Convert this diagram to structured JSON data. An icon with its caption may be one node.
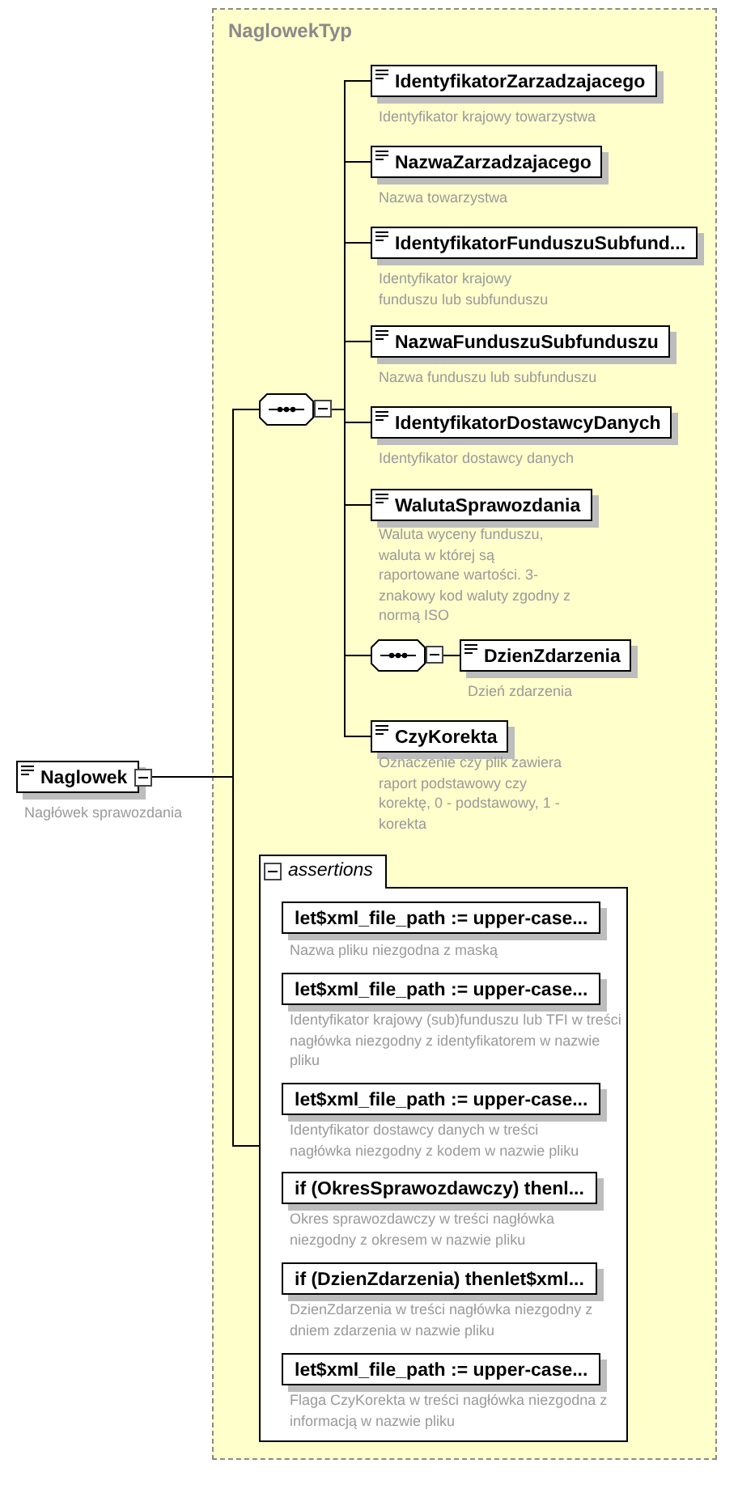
{
  "diagram": {
    "nodes": [
      {
        "text": [
          "Naglowek"
        ],
        "beside": [
          "Nagłówek sprawozdania"
        ]
      },
      {
        "text": [
          "NaglowekTyp"
        ]
      },
      {
        "text": [],
        "shape": "octagon",
        "in": 1
      },
      {
        "text": [
          "IdentyfikatorZarzadzajacego"
        ],
        "beside": [
          "Identyfikator krajowy towarzystwa"
        ],
        "in": 1
      },
      {
        "text": [
          "NazwaZarzadzajacego"
        ],
        "beside": [
          "Nazwa towarzystwa"
        ],
        "in": 1
      },
      {
        "text": [
          "IdentyfikatorFunduszuSubfund..."
        ],
        "beside": [
          "Identyfikator krajowy funduszu lub subfunduszu"
        ],
        "in": 1
      },
      {
        "text": [
          "NazwaFunduszuSubfunduszu"
        ],
        "beside": [
          "Nazwa funduszu lub subfunduszu"
        ],
        "in": 1
      },
      {
        "text": [
          "IdentyfikatorDostawcyDanych"
        ],
        "beside": [
          "Identyfikator dostawcy danych"
        ],
        "in": 1
      },
      {
        "text": [
          "WalutaSprawozdania"
        ],
        "beside": [
          "Waluta wyceny funduszu, waluta w której są raportowane wartości. 3-znakowy kod waluty zgodny z normą ISO"
        ],
        "in": 1
      },
      {
        "text": [],
        "shape": "octagon",
        "in": 1
      },
      {
        "text": [
          "DzienZdarzenia"
        ],
        "beside": [
          "Dzień zdarzenia"
        ],
        "in": 1
      },
      {
        "text": [
          "CzyKorekta"
        ],
        "beside": [
          "Oznaczenie czy plik zawiera raport podstawowy czy korektę, 0 - podstawowy, 1 - korekta"
        ],
        "in": 1
      },
      {
        "text": [
          "assertions"
        ],
        "in": 1
      },
      {
        "text": [
          "let$xml_file_path := upper-case..."
        ],
        "beside": [
          "Nazwa pliku niezgodna z maską"
        ],
        "in": 12
      },
      {
        "text": [
          "let$xml_file_path := upper-case..."
        ],
        "beside": [
          "Identyfikator krajowy (sub)funduszu lub TFI w treści nagłówka niezgodny z identyfikatorem w nazwie pliku"
        ],
        "in": 12
      },
      {
        "text": [
          "let$xml_file_path := upper-case..."
        ],
        "beside": [
          "Identyfikator dostawcy danych w treści nagłówka niezgodny z kodem w nazwie pliku"
        ],
        "in": 12
      },
      {
        "text": [
          "if (OkresSprawozdawczy) thenl..."
        ],
        "beside": [
          "Okres sprawozdawczy w treści nagłówka niezgodny z okresem w nazwie pliku"
        ],
        "in": 12
      },
      {
        "text": [
          "if (DzienZdarzenia) thenlet$xml..."
        ],
        "beside": [
          "DzienZdarzenia w treści nagłówka niezgodny z dniem zdarzenia w nazwie pliku"
        ],
        "in": 12
      },
      {
        "text": [
          "let$xml_file_path := upper-case..."
        ],
        "beside": [
          "Flaga CzyKorekta w treści nagłówka niezgodna z informacją w nazwie pliku"
        ],
        "in": 12
      }
    ],
    "edges": [
      {
        "from": 0,
        "to": 2,
        "arrow": "none"
      },
      {
        "from": 2,
        "to": 3,
        "arrow": "none"
      },
      {
        "from": 2,
        "to": 4,
        "arrow": "none"
      },
      {
        "from": 2,
        "to": 5,
        "arrow": "none"
      },
      {
        "from": 2,
        "to": 6,
        "arrow": "none"
      },
      {
        "from": 2,
        "to": 7,
        "arrow": "none"
      },
      {
        "from": 2,
        "to": 8,
        "arrow": "none"
      },
      {
        "from": 2,
        "to": 9,
        "arrow": "none"
      },
      {
        "from": 9,
        "to": 10,
        "arrow": "none"
      },
      {
        "from": 2,
        "to": 11,
        "arrow": "none"
      },
      {
        "from": 0,
        "to": 12,
        "arrow": "none"
      }
    ]
  }
}
